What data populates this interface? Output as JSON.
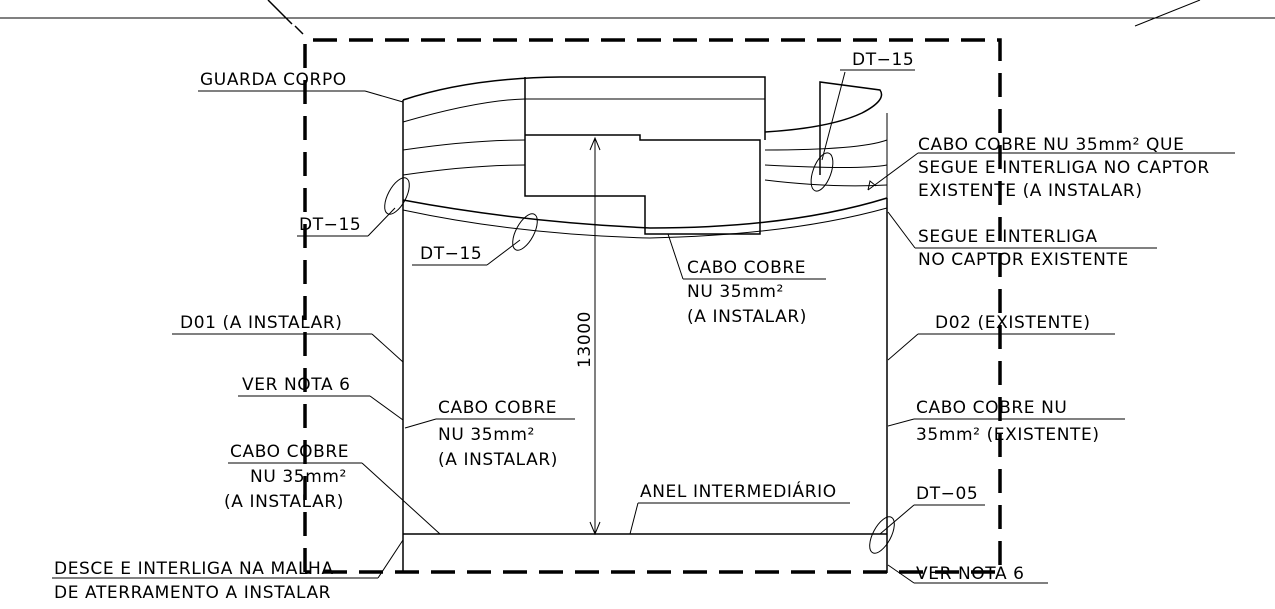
{
  "labels": {
    "guarda_corpo": "GUARDA CORPO",
    "dt15_top": "DT−15",
    "dt15_left": "DT−15",
    "dt15_mid": "DT−15",
    "cabo_captor_1": "CABO COBRE NU 35mm² QUE",
    "cabo_captor_2": "SEGUE E INTERLIGA NO CAPTOR",
    "cabo_captor_3": "EXISTENTE (A INSTALAR)",
    "segue_1": "SEGUE E INTERLIGA",
    "segue_2": "NO CAPTOR EXISTENTE",
    "cabo_center_1": "CABO COBRE",
    "cabo_center_2": "NU 35mm²",
    "cabo_center_3": "(A INSTALAR)",
    "dimension": "13000",
    "d01": "D01 (A INSTALAR)",
    "d02": "D02 (EXISTENTE)",
    "ver_nota_left": "VER NOTA 6",
    "cabo_mid_1": "CABO COBRE",
    "cabo_mid_2": "NU 35mm²",
    "cabo_mid_3": "(A INSTALAR)",
    "cabo_right_1": "CABO COBRE NU",
    "cabo_right_2": "35mm² (EXISTENTE)",
    "cabo_low_1": "CABO COBRE",
    "cabo_low_2": "NU 35mm²",
    "cabo_low_3": "(A INSTALAR)",
    "anel": "ANEL INTERMEDIÁRIO",
    "dt05": "DT−05",
    "desce_1": "DESCE E INTERLIGA NA MALHA",
    "desce_2": "DE ATERRAMENTO A INSTALAR",
    "ver_nota_right": "VER NOTA 6"
  }
}
